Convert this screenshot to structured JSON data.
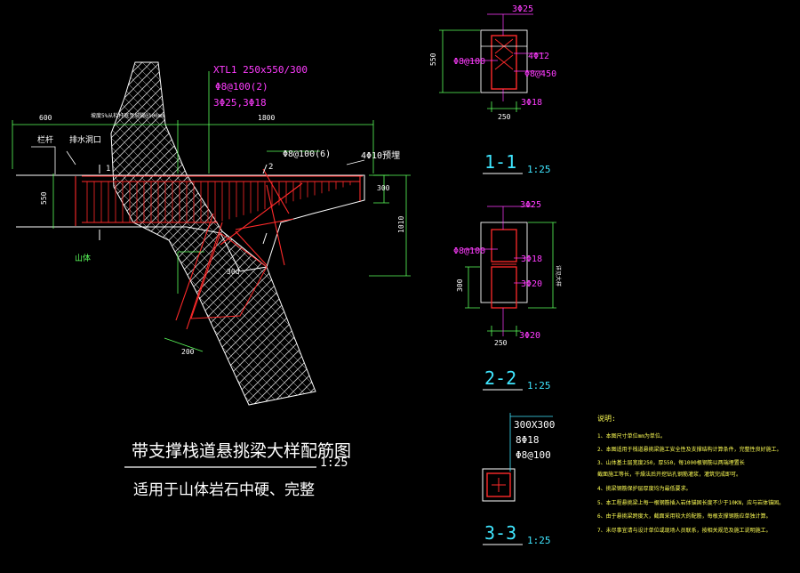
{
  "drawing": {
    "title": "带支撑栈道悬挑梁大样配筋图",
    "title_scale": "1:25",
    "subtitle": "适用于山体岩石中硬、完整"
  },
  "main_view": {
    "beam_label": "XTL1 250x550/300",
    "stirrup_label": "Φ8@100(2)",
    "bars_label": "3Φ25,3Φ18",
    "stirrup2_label": "Φ8@100(6)",
    "anchor_label": "4Φ10预埋",
    "mark_railing": "栏杆",
    "mark_drain": "排水洞口",
    "mark_mountain": "山体",
    "mark_slope": "坡度5%从栏杆底至坡脚@100mm",
    "dim_left": "600",
    "dim_span": "1800",
    "dim_550": "550",
    "dim_300": "300",
    "dim_1010": "1010",
    "dim_200": "200",
    "dim_30dia": "30d",
    "sec1": "1",
    "sec2": "2"
  },
  "section_1": {
    "top": "3Φ25",
    "stirrup": "Φ8@100",
    "side1": "4Φ12",
    "side2": "Φ8@450",
    "bottom": "3Φ18",
    "height": "550",
    "width": "250",
    "label": "1-1",
    "scale": "1:25"
  },
  "section_2": {
    "top": "3Φ25",
    "stirrup": "Φ8@100",
    "mid1": "3Φ18",
    "mid2": "3Φ20",
    "bottom": "3Φ20",
    "height": "300",
    "width": "250",
    "side_note": "详见大样",
    "label": "2-2",
    "scale": "1:25"
  },
  "section_3": {
    "size": "300X300",
    "bars": "8Φ18",
    "stirrup": "Φ8@100",
    "label": "3-3",
    "scale": "1:25"
  },
  "notes": {
    "heading": "说明:",
    "items": [
      "1、本图尺寸单位mm为单位。",
      "2、本图适用于栈道悬挑梁施工安全性及支撑结构计算条件，完整性良好施工。",
      "3、山体基土层宽度250，厚550，每1000根钢筋以两端埋置长",
      "   截面施工等长，干燥法后开挖钻孔钢筋灌浆，灌筑完成即可。",
      "4、挑梁钢筋保护层厚度均为最低要求。",
      "5、本工程悬挑梁上每一根钢筋插入岩体锚固长度不少于10KN，应与岩体锚固。",
      "6、由于悬挑梁跨度大，截面采用较大的配筋，每根支撑钢筋应单独计算。",
      "7、未尽事宜请与设计单位或现场人员联系，按相关规范及施工说明施工。"
    ]
  },
  "colors": {
    "background": "#000000",
    "rebar": "#ff2a2a",
    "text_magenta": "#ff3cff",
    "dimension": "#5cff5c",
    "text_cyan": "#3fe6ff",
    "outline": "#ffffff"
  }
}
